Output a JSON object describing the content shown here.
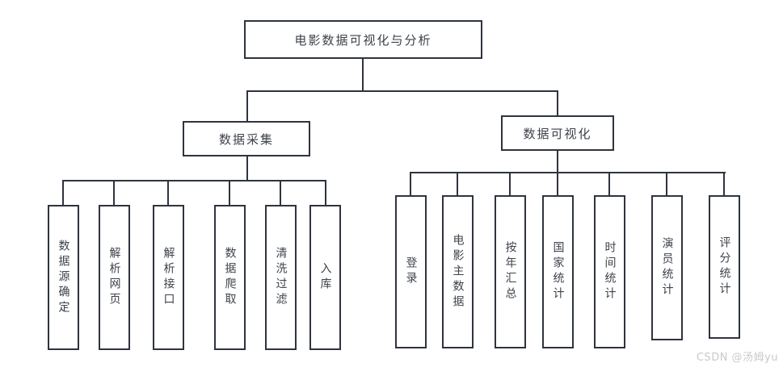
{
  "diagram": {
    "type": "tree",
    "root": {
      "label": "电影数据可视化与分析"
    },
    "branches": [
      {
        "label": "数据采集",
        "children": [
          {
            "label": "数据源确定"
          },
          {
            "label": "解析网页"
          },
          {
            "label": "解析接口"
          },
          {
            "label": "数据爬取"
          },
          {
            "label": "清洗过滤"
          },
          {
            "label": "入库"
          }
        ]
      },
      {
        "label": "数据可视化",
        "children": [
          {
            "label": "登录"
          },
          {
            "label": "电影主数据"
          },
          {
            "label": "按年汇总"
          },
          {
            "label": "国家统计"
          },
          {
            "label": "时间统计"
          },
          {
            "label": "演员统计"
          },
          {
            "label": "评分统计"
          }
        ]
      }
    ]
  },
  "watermark": {
    "text": "CSDN @汤姆yu"
  },
  "colors": {
    "border": "#2e343e",
    "line": "#2e343e",
    "text": "#3d424a",
    "background": "#ffffff",
    "watermark": "#c9c9cd"
  }
}
